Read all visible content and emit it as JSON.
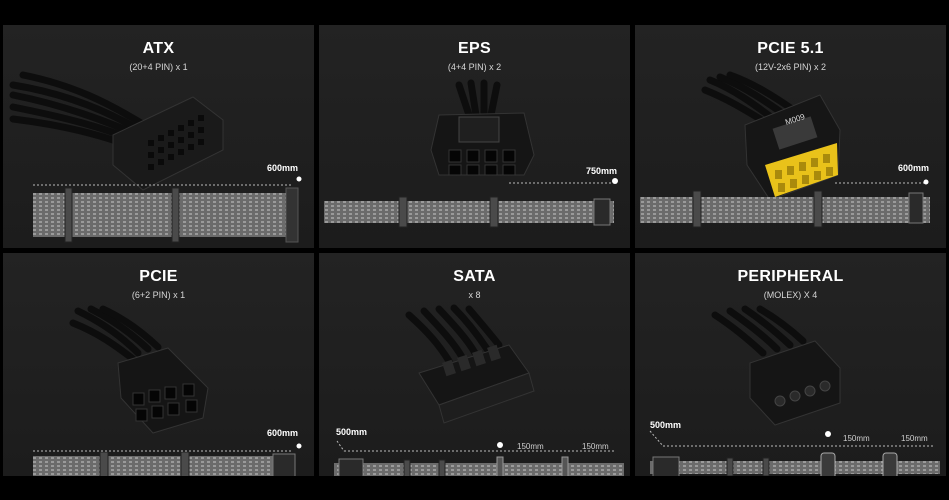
{
  "panels": [
    {
      "title": "ATX",
      "subtitle": "(20+4 PIN) x 1",
      "length": "600mm"
    },
    {
      "title": "EPS",
      "subtitle": "(4+4 PIN) x 2",
      "length": "750mm"
    },
    {
      "title": "PCIE 5.1",
      "subtitle": "(12V-2x6 PIN) x 2",
      "length": "600mm",
      "connector_marking": "M009"
    },
    {
      "title": "PCIE",
      "subtitle": "(6+2 PIN) x 1",
      "length": "600mm"
    },
    {
      "title": "SATA",
      "subtitle": "x 8",
      "length": "500mm",
      "segment1": "150mm",
      "segment2": "150mm"
    },
    {
      "title": "PERIPHERAL",
      "subtitle": "(MOLEX) X 4",
      "length": "500mm",
      "segment1": "150mm",
      "segment2": "150mm"
    }
  ],
  "colors": {
    "panel": "#1f1f1f",
    "cable": "#8a8a8a",
    "connector": "#1a1a1a",
    "yellow": "#e9c21a"
  }
}
